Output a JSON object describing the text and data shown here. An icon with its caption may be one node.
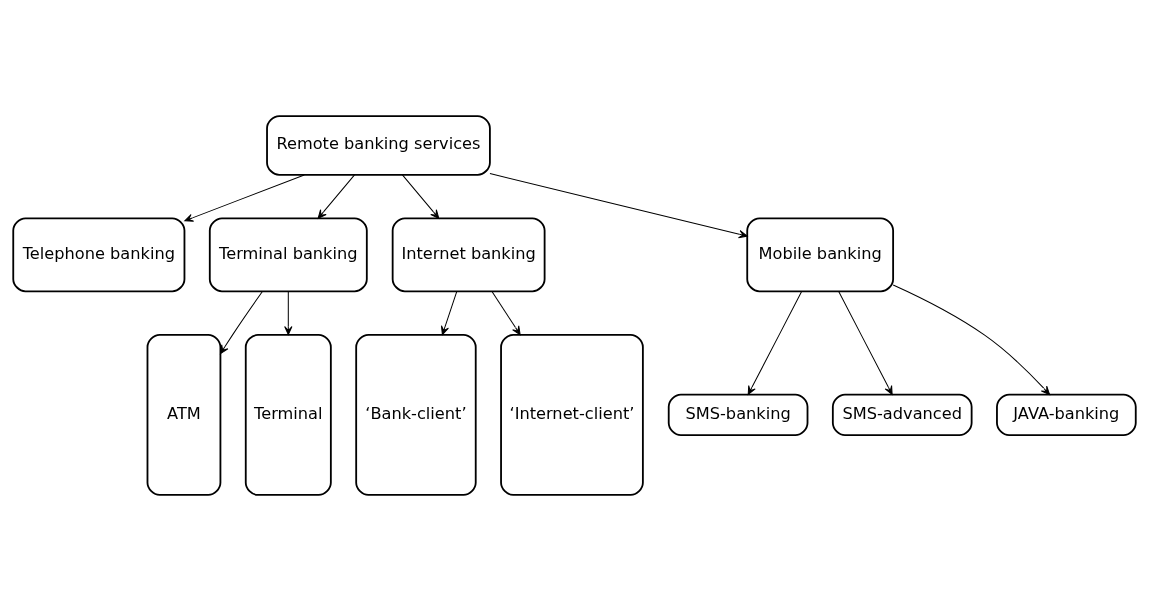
{
  "diagram": {
    "nodes": [
      {
        "text": [
          "Remote banking services"
        ]
      },
      {
        "text": [
          "Telephone banking"
        ]
      },
      {
        "text": [
          "Terminal banking"
        ]
      },
      {
        "text": [
          "Internet banking"
        ]
      },
      {
        "text": [
          "Mobile banking"
        ]
      },
      {
        "text": [
          "ATM"
        ]
      },
      {
        "text": [
          "Terminal"
        ]
      },
      {
        "text": [
          "‘Bank-client’"
        ]
      },
      {
        "text": [
          "‘Internet-client’"
        ]
      },
      {
        "text": [
          "SMS-banking"
        ]
      },
      {
        "text": [
          "SMS-advanced"
        ]
      },
      {
        "text": [
          "JAVA-banking"
        ]
      }
    ],
    "edges": [
      {
        "from": 0,
        "to": 1,
        "arrow": "to"
      },
      {
        "from": 0,
        "to": 2,
        "arrow": "to"
      },
      {
        "from": 0,
        "to": 3,
        "arrow": "to"
      },
      {
        "from": 0,
        "to": 4,
        "arrow": "to"
      },
      {
        "from": 2,
        "to": 5,
        "arrow": "to"
      },
      {
        "from": 2,
        "to": 6,
        "arrow": "to"
      },
      {
        "from": 3,
        "to": 7,
        "arrow": "to"
      },
      {
        "from": 3,
        "to": 8,
        "arrow": "to"
      },
      {
        "from": 4,
        "to": 9,
        "arrow": "to"
      },
      {
        "from": 4,
        "to": 10,
        "arrow": "to"
      },
      {
        "from": 4,
        "to": 11,
        "arrow": "to"
      }
    ]
  }
}
